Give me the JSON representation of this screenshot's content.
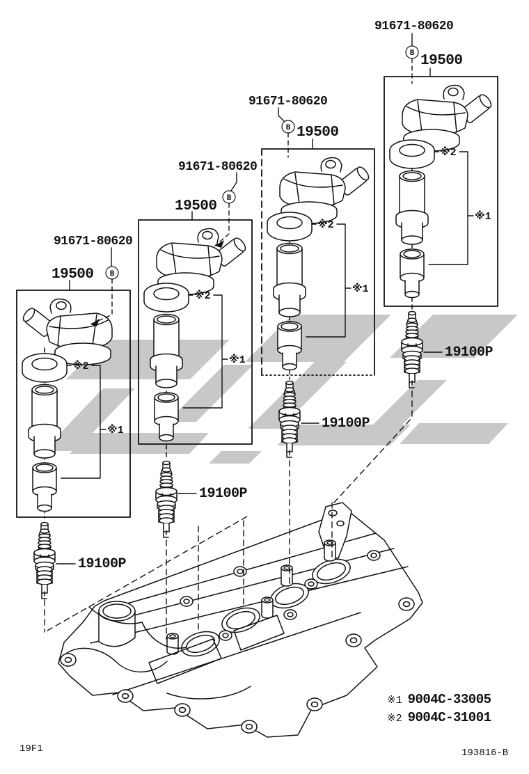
{
  "diagram": {
    "groups": [
      {
        "bolt_part": "91671-80620",
        "bolt_letter": "B",
        "assembly_part": "19500",
        "seal_ref": "※2",
        "boot_ref": "※1",
        "plug_part": "19100P"
      },
      {
        "bolt_part": "91671-80620",
        "bolt_letter": "B",
        "assembly_part": "19500",
        "seal_ref": "※2",
        "boot_ref": "※1",
        "plug_part": "19100P"
      },
      {
        "bolt_part": "91671-80620",
        "bolt_letter": "B",
        "assembly_part": "19500",
        "seal_ref": "※2",
        "boot_ref": "※1",
        "plug_part": "19100P"
      },
      {
        "bolt_part": "91671-80620",
        "bolt_letter": "B",
        "assembly_part": "19500",
        "seal_ref": "※2",
        "boot_ref": "※1",
        "plug_part": "19100P"
      }
    ],
    "legend": [
      {
        "ref": "※1",
        "part_number": "9004C-33005"
      },
      {
        "ref": "※2",
        "part_number": "9004C-31001"
      }
    ],
    "footer": {
      "page_code": "19F1",
      "figure_number": "193816-B"
    },
    "colors": {
      "line": "#111111",
      "watermark": "#c8c8c8",
      "background": "#ffffff"
    }
  }
}
